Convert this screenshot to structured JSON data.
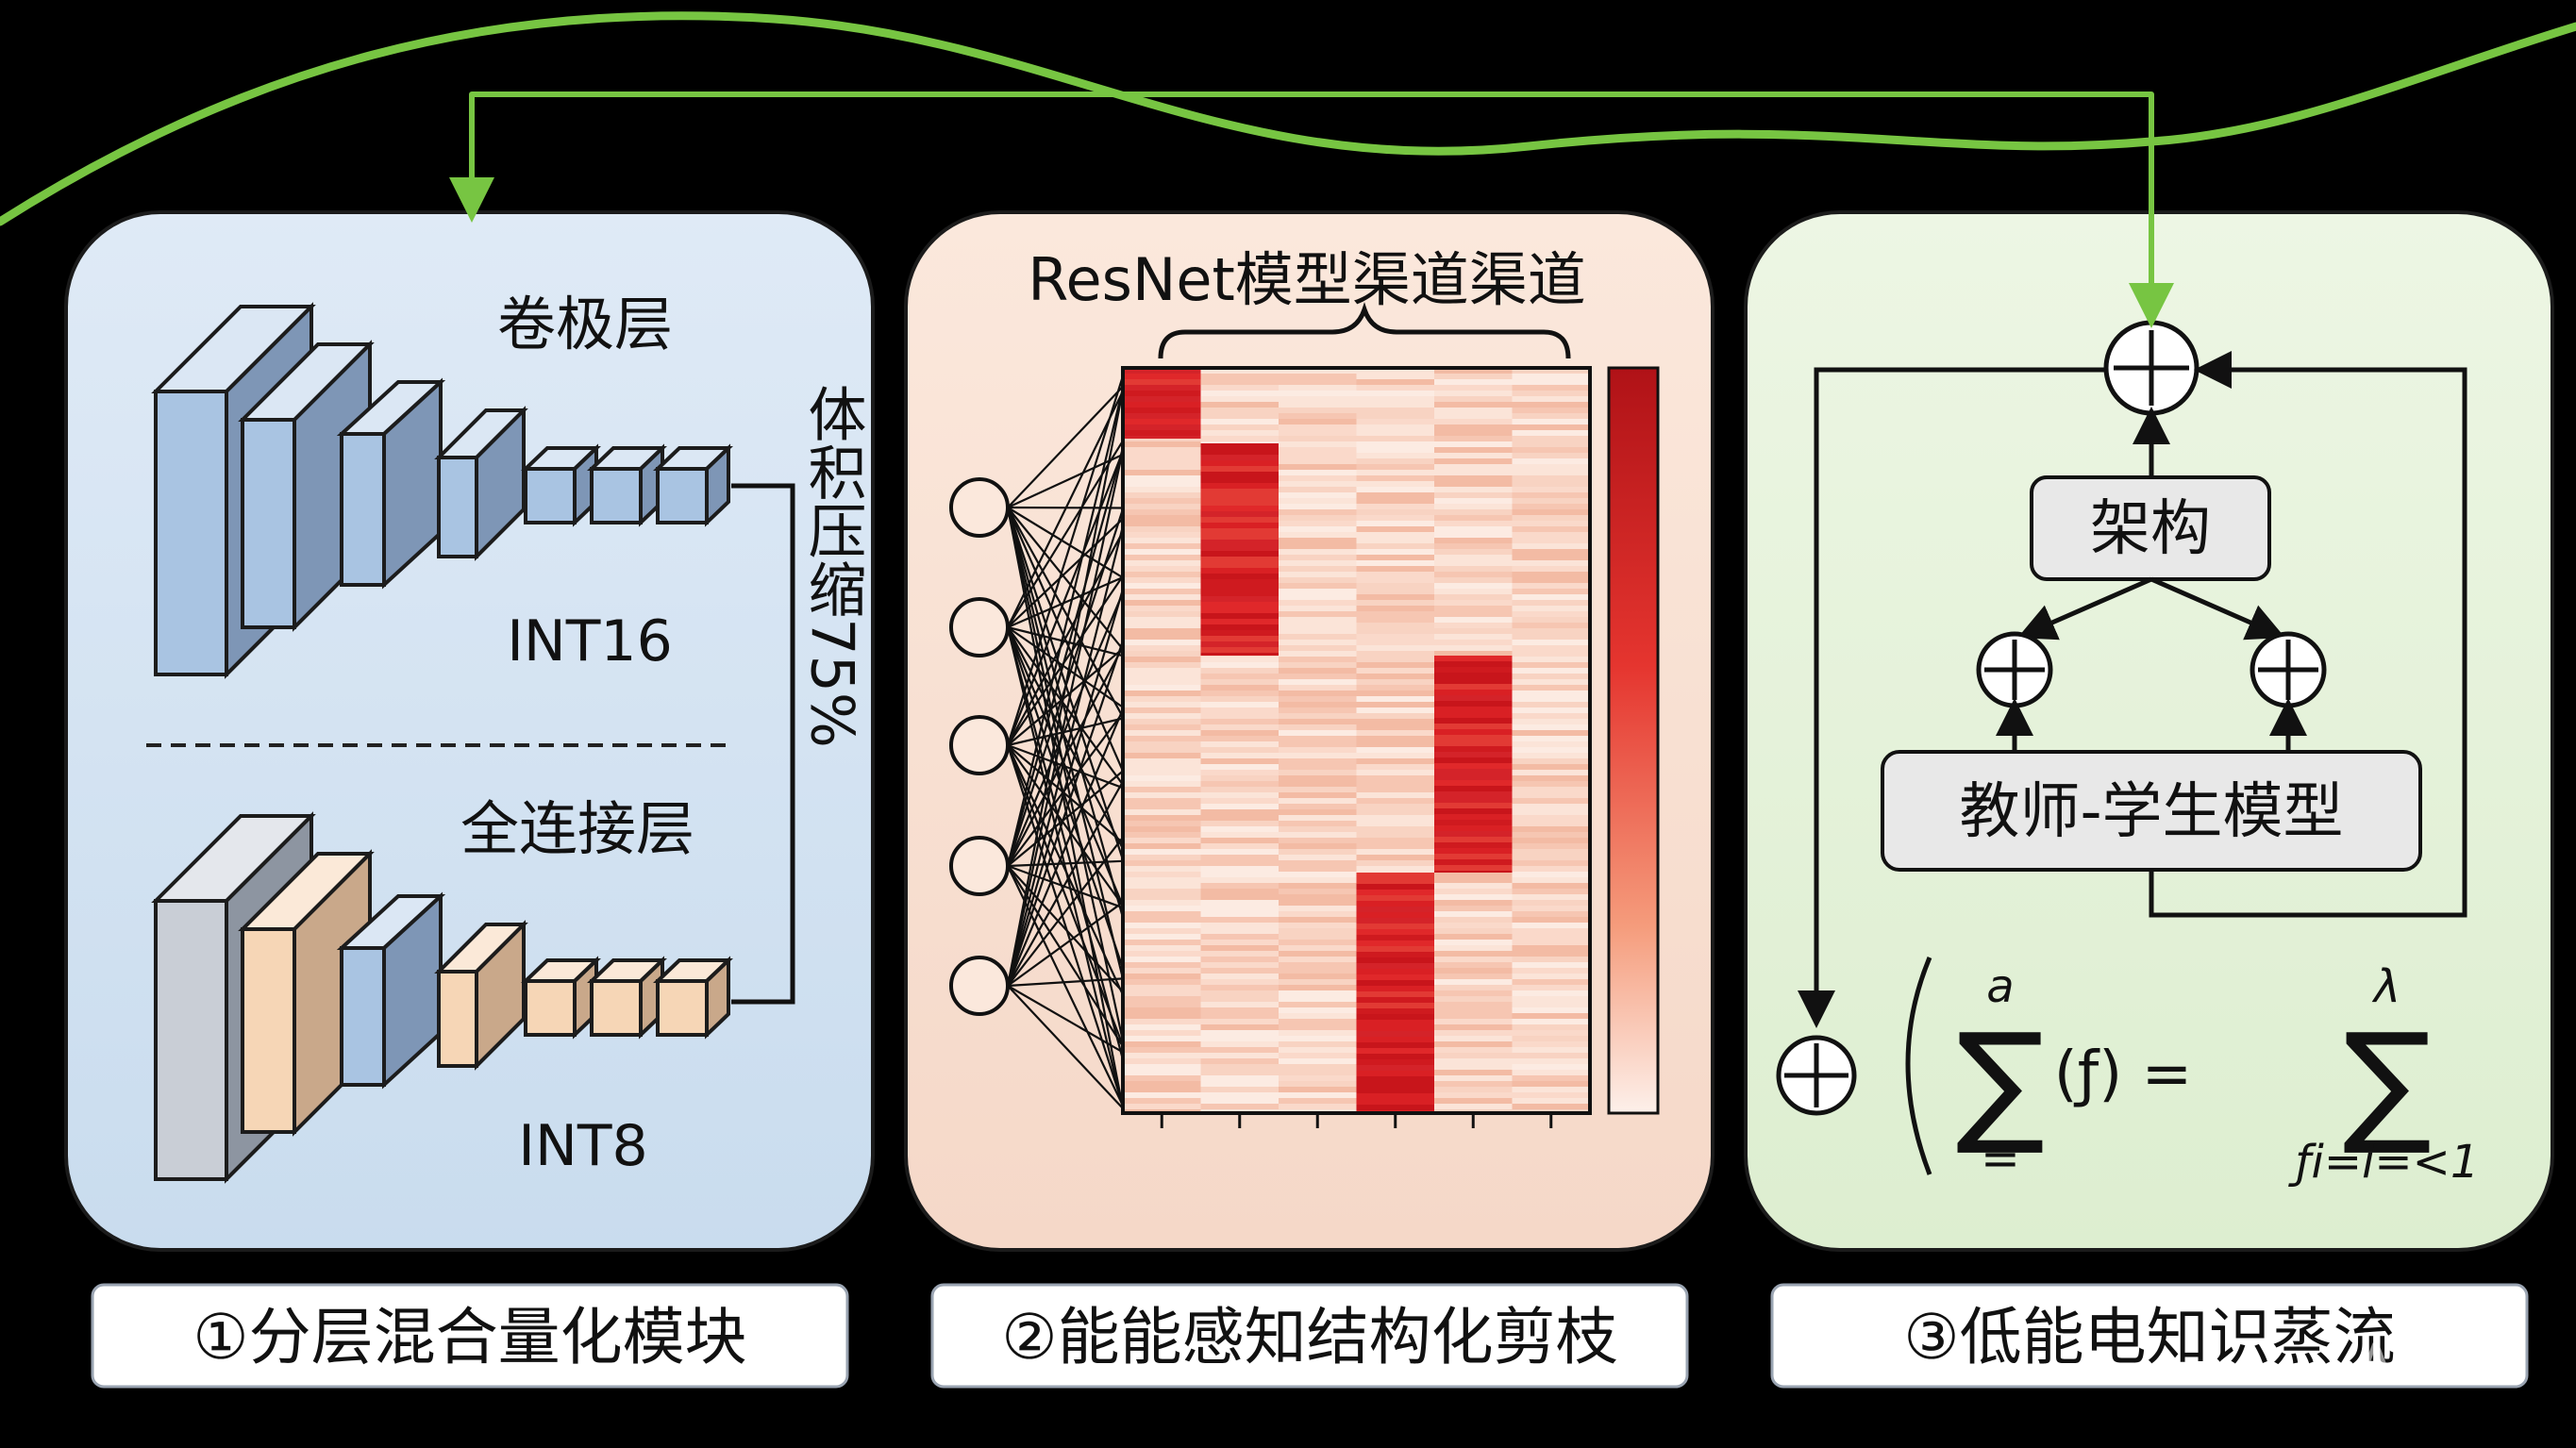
{
  "panels": {
    "quantization": {
      "conv_label": "卷极层",
      "conv_precision": "INT16",
      "fc_label": "全连接层",
      "fc_precision": "INT8",
      "compression_label": "体积压缩75%",
      "caption": "①分层混合量化模块",
      "bg_color": "#d6e4f2"
    },
    "pruning": {
      "title": "ResNet模型渠道渠道",
      "caption": "②能能感知结构化剪枝",
      "bg_color": "#f9e2d6",
      "heatmap_color": "#d32226"
    },
    "distillation": {
      "arch_label": "架构",
      "teacher_student_label": "教师-学生模型",
      "formula_sum_top_left": "a",
      "formula_sum_bottom_left": "=",
      "formula_middle": "(ƒ) =",
      "formula_sum_top_right": "λ",
      "formula_sum_bottom_right": "ƒi=i=<1",
      "caption": "③低能电知识蒸流",
      "bg_color": "#e6f2dc"
    }
  },
  "watermark": "AI生成",
  "colors": {
    "green_wave": "#77c542",
    "blue_block": "#a9c4e2",
    "peach_block": "#f6d6b6",
    "gray_block": "#c9ced6"
  }
}
